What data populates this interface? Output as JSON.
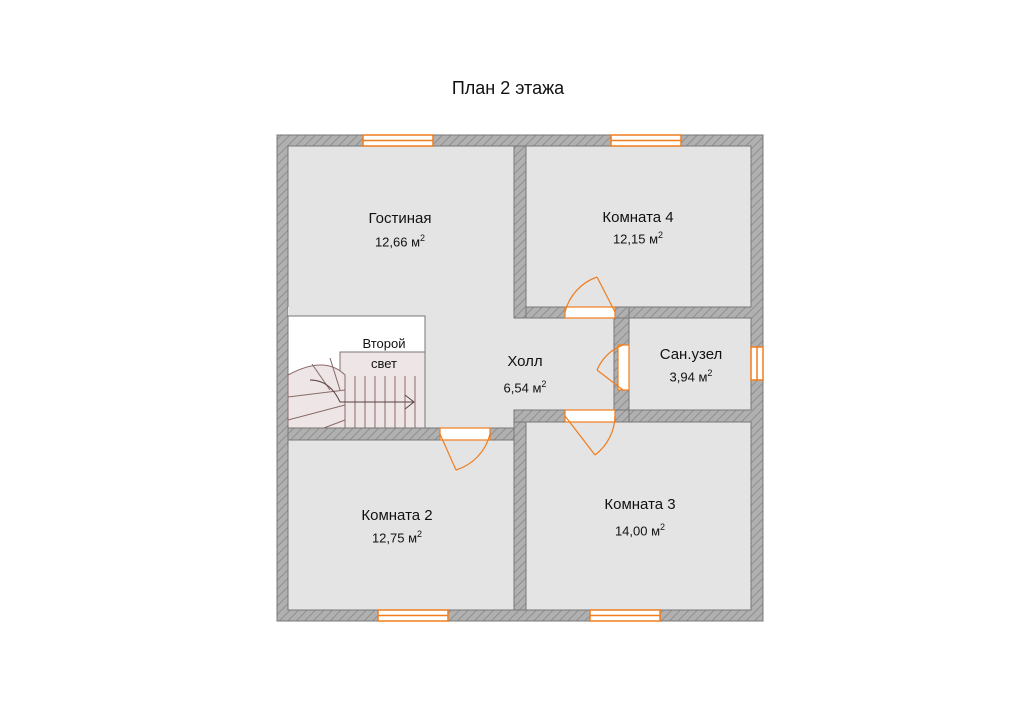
{
  "title": "План 2 этажа",
  "area_unit": "м",
  "area_unit_power": "2",
  "rooms": {
    "living": {
      "name": "Гостиная",
      "area": "12,66"
    },
    "room4": {
      "name": "Комната 4",
      "area": "12,15"
    },
    "hall": {
      "name": "Холл",
      "area": "6,54"
    },
    "bathroom": {
      "name": "Сан.узел",
      "area": "3,94"
    },
    "room2": {
      "name": "Комната 2",
      "area": "12,75"
    },
    "room3": {
      "name": "Комната 3",
      "area": "14,00"
    }
  },
  "second_light": {
    "line1": "Второй",
    "line2": "свет"
  },
  "colors": {
    "wall": "#a9a9a9",
    "floor": "#e4e4e4",
    "stairs": "#eee8e8",
    "window": "#f07d1e",
    "door": "#f07d1e",
    "void": "#ffffff"
  }
}
